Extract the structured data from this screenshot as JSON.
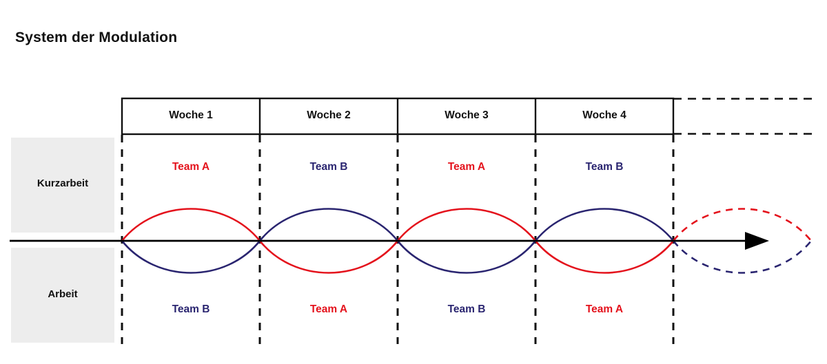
{
  "title": "System der Modulation",
  "colors": {
    "team_a": "#e4121c",
    "team_b": "#2a2570",
    "axis": "#000000",
    "panel_bg": "#ededed",
    "text": "#111111"
  },
  "row_labels": {
    "top": "Kurzarbeit",
    "bottom": "Arbeit"
  },
  "week_headers": [
    {
      "label": "Woche 1"
    },
    {
      "label": "Woche 2"
    },
    {
      "label": "Woche 3"
    },
    {
      "label": "Woche 4"
    }
  ],
  "schedule": [
    {
      "week": "Woche 1",
      "kurzarbeit": "Team A",
      "arbeit": "Team B"
    },
    {
      "week": "Woche 2",
      "kurzarbeit": "Team B",
      "arbeit": "Team A"
    },
    {
      "week": "Woche 3",
      "kurzarbeit": "Team A",
      "arbeit": "Team B"
    },
    {
      "week": "Woche 4",
      "kurzarbeit": "Team B",
      "arbeit": "Team A"
    }
  ],
  "chart_data": {
    "type": "line",
    "title": "System der Modulation",
    "xlabel": "",
    "ylabel": "",
    "grid": false,
    "legend_position": "inline-annotations",
    "axis_y_value": 0,
    "x_categories": [
      "Woche 1",
      "Woche 2",
      "Woche 3",
      "Woche 4",
      "..."
    ],
    "series": [
      {
        "name": "Team A",
        "color": "#e4121c",
        "values": [
          1,
          -1,
          1,
          -1,
          1
        ],
        "description": "Sinusoidal alternation; positive = Kurzarbeit, negative = Arbeit. Final segment dashed (projected)."
      },
      {
        "name": "Team B",
        "color": "#2a2570",
        "values": [
          -1,
          1,
          -1,
          1,
          -1
        ],
        "description": "Sinusoidal alternation inverse to Team A; final segment dashed (projected)."
      }
    ],
    "annotations": [
      {
        "week": "Woche 1",
        "position": "above",
        "text": "Team A"
      },
      {
        "week": "Woche 1",
        "position": "below",
        "text": "Team B"
      },
      {
        "week": "Woche 2",
        "position": "above",
        "text": "Team B"
      },
      {
        "week": "Woche 2",
        "position": "below",
        "text": "Team A"
      },
      {
        "week": "Woche 3",
        "position": "above",
        "text": "Team A"
      },
      {
        "week": "Woche 3",
        "position": "below",
        "text": "Team B"
      },
      {
        "week": "Woche 4",
        "position": "above",
        "text": "Team B"
      },
      {
        "week": "Woche 4",
        "position": "below",
        "text": "Team A"
      }
    ]
  }
}
